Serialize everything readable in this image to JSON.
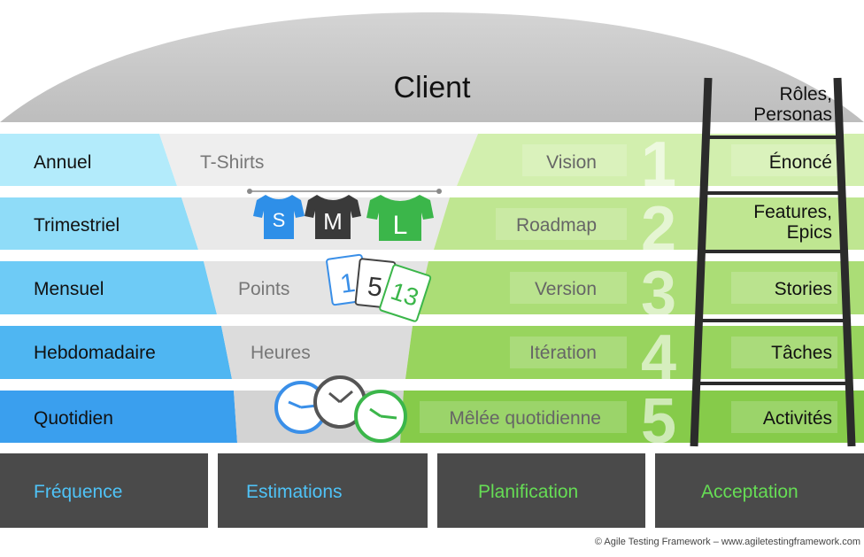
{
  "title": "Client",
  "rows": [
    {
      "frequency": "Annuel",
      "estimation": "T-Shirts",
      "planning": "Vision",
      "number": "1",
      "acceptance": [
        "Énoncé"
      ]
    },
    {
      "frequency": "Trimestriel",
      "estimation": "",
      "planning": "Roadmap",
      "number": "2",
      "acceptance": [
        "Features,",
        "Epics"
      ]
    },
    {
      "frequency": "Mensuel",
      "estimation": "Points",
      "planning": "Version",
      "number": "3",
      "acceptance": [
        "Stories"
      ]
    },
    {
      "frequency": "Hebdomadaire",
      "estimation": "Heures",
      "planning": "Itération",
      "number": "4",
      "acceptance": [
        "Tâches"
      ]
    },
    {
      "frequency": "Quotidien",
      "estimation": "",
      "planning": "Mêlée quotidienne",
      "number": "5",
      "acceptance": [
        "Activités"
      ]
    }
  ],
  "top_acceptance": [
    "Rôles,",
    "Personas"
  ],
  "tshirts": [
    "S",
    "M",
    "L"
  ],
  "cards": [
    "1",
    "5",
    "13"
  ],
  "footer": [
    {
      "label": "Fréquence",
      "color": "#4fc3f7"
    },
    {
      "label": "Estimations",
      "color": "#4fc3f7"
    },
    {
      "label": "Planification",
      "color": "#66dd55"
    },
    {
      "label": "Acceptation",
      "color": "#66dd55"
    }
  ],
  "copyright": "© Agile Testing Framework – www.agiletestingframework.com",
  "colors": {
    "dome": "#cfcfcf",
    "freq": [
      "#b3ebfb",
      "#8fdcf8",
      "#6ecbf6",
      "#4fb6f2",
      "#3a9fee"
    ],
    "plan": [
      "#d2efae",
      "#bfe691",
      "#abdd76",
      "#98d45e",
      "#86cb4a"
    ],
    "funnel": "#e6e6e6",
    "footer_bg": "#4a4a4a"
  }
}
